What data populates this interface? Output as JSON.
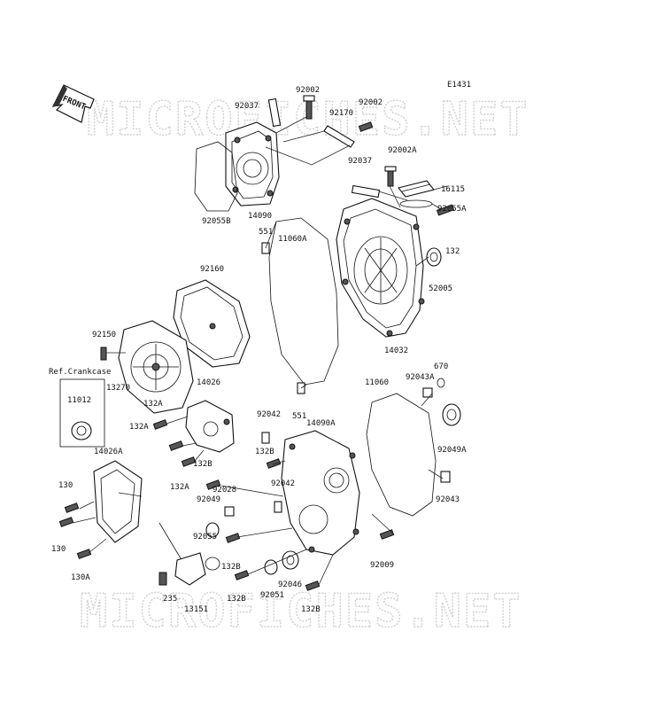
{
  "diagram": {
    "code": "E1431",
    "front_label": "FRONT",
    "watermark": "MICROFICHES.NET",
    "ref_label": "Ref.Crankcase",
    "labels": [
      {
        "id": "p92002a",
        "text": "92002"
      },
      {
        "id": "p92037a",
        "text": "92037"
      },
      {
        "id": "p92170",
        "text": "92170"
      },
      {
        "id": "p92002b",
        "text": "92002"
      },
      {
        "id": "p14090",
        "text": "14090"
      },
      {
        "id": "p92055b",
        "text": "92055B"
      },
      {
        "id": "p92037b",
        "text": "92037"
      },
      {
        "id": "p92002c",
        "text": "92002A"
      },
      {
        "id": "p16115",
        "text": "16115"
      },
      {
        "id": "p92055a",
        "text": "92055A"
      },
      {
        "id": "p551a",
        "text": "551"
      },
      {
        "id": "p11060a",
        "text": "11060A"
      },
      {
        "id": "p132",
        "text": "132"
      },
      {
        "id": "p52005",
        "text": "52005"
      },
      {
        "id": "p92160",
        "text": "92160"
      },
      {
        "id": "p92150",
        "text": "92150"
      },
      {
        "id": "p14032",
        "text": "14032"
      },
      {
        "id": "p670",
        "text": "670"
      },
      {
        "id": "p92043a",
        "text": "92043A"
      },
      {
        "id": "p11012",
        "text": "11012"
      },
      {
        "id": "p13270",
        "text": "13270"
      },
      {
        "id": "p14026",
        "text": "14026"
      },
      {
        "id": "p11060",
        "text": "11060"
      },
      {
        "id": "p132a1",
        "text": "132A"
      },
      {
        "id": "p132a2",
        "text": "132A"
      },
      {
        "id": "p92042a",
        "text": "92042"
      },
      {
        "id": "p551b",
        "text": "551"
      },
      {
        "id": "p14090a",
        "text": "14090A"
      },
      {
        "id": "p14026a",
        "text": "14026A"
      },
      {
        "id": "p132b1",
        "text": "132B"
      },
      {
        "id": "p92049a",
        "text": "92049A"
      },
      {
        "id": "p132b2",
        "text": "132B"
      },
      {
        "id": "p132a3",
        "text": "132A"
      },
      {
        "id": "p92028",
        "text": "92028"
      },
      {
        "id": "p92042b",
        "text": "92042"
      },
      {
        "id": "p130a",
        "text": "130"
      },
      {
        "id": "p92049",
        "text": "92049"
      },
      {
        "id": "p92043",
        "text": "92043"
      },
      {
        "id": "p130b",
        "text": "130"
      },
      {
        "id": "p92055",
        "text": "92055"
      },
      {
        "id": "p92009",
        "text": "92009"
      },
      {
        "id": "p130c",
        "text": "130A"
      },
      {
        "id": "p132b3",
        "text": "132B"
      },
      {
        "id": "p92046",
        "text": "92046"
      },
      {
        "id": "p235",
        "text": "235"
      },
      {
        "id": "p92051",
        "text": "92051"
      },
      {
        "id": "p132b4",
        "text": "132B"
      },
      {
        "id": "p13151",
        "text": "13151"
      },
      {
        "id": "p132b5",
        "text": "132B"
      }
    ]
  }
}
